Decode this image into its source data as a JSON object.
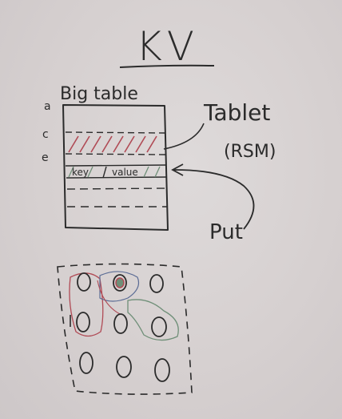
{
  "whiteboard": {
    "title": "KV",
    "table": {
      "label": "Big table",
      "row_markers": [
        "a",
        "c",
        "e"
      ],
      "row_cells": [
        "key",
        "value"
      ]
    },
    "tablet": {
      "label": "Tablet",
      "note": "(RSM)"
    },
    "put_label": "Put",
    "colors": {
      "ink": "#2b2b2b",
      "marker_red": "#b04a55",
      "marker_green": "#6f8f78",
      "marker_blue": "#5a6b94",
      "board": "#d7d2d2"
    }
  }
}
